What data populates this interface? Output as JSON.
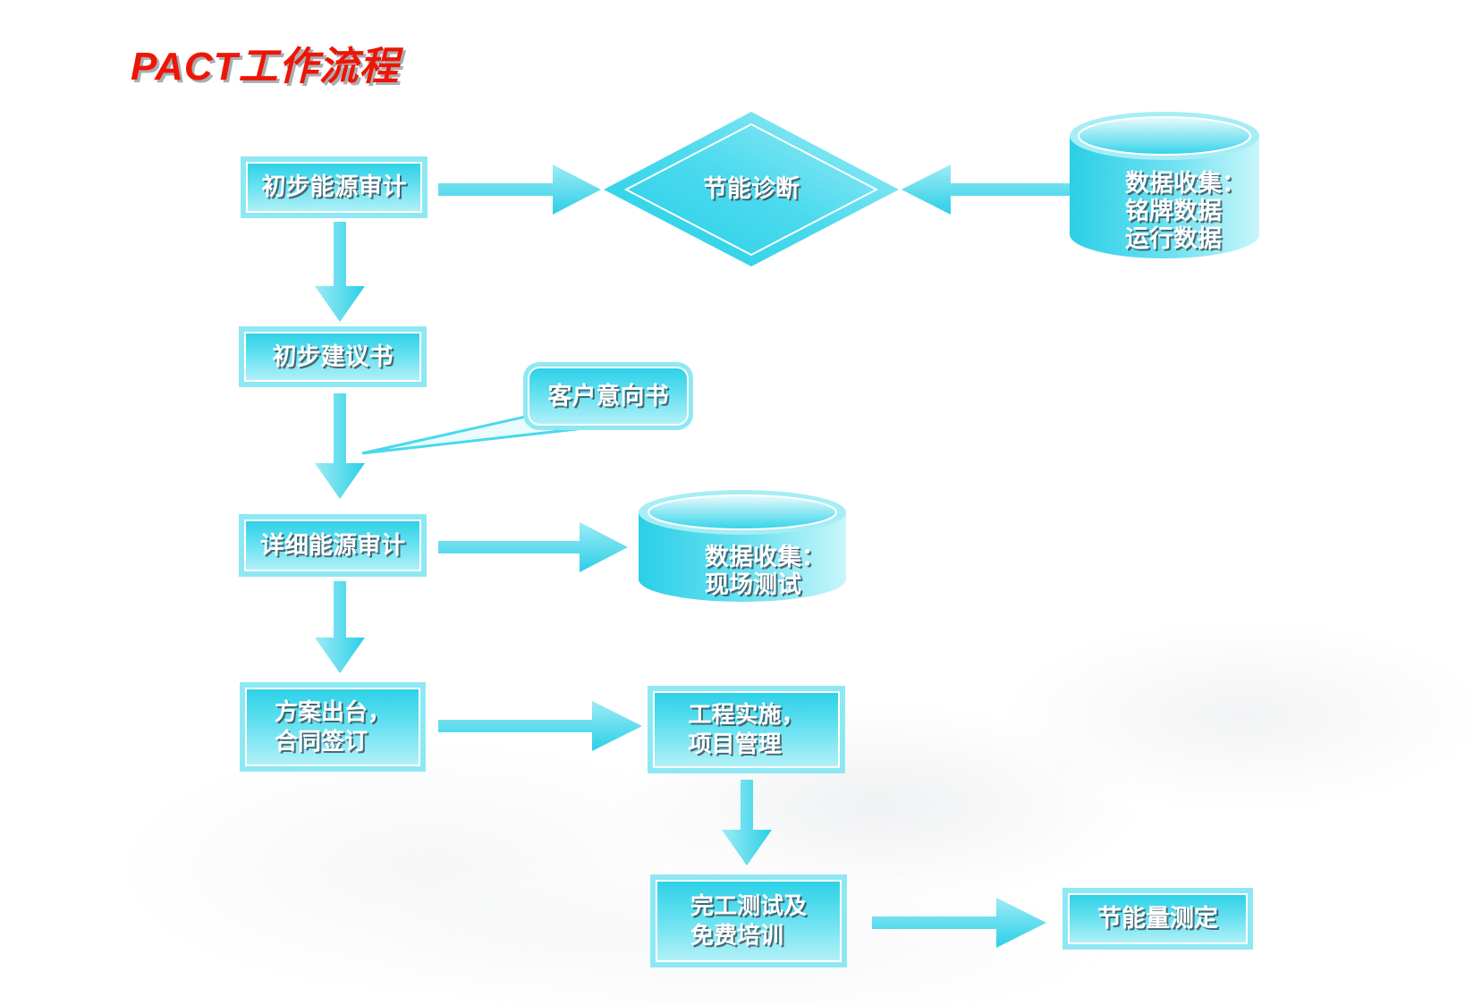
{
  "title": "PACT工作流程",
  "colors": {
    "accent_cyan": "#2fd2e8",
    "accent_cyan_light": "#b5f1f8",
    "title_red": "#ee1506",
    "node_text": "#ffffff"
  },
  "nodes": {
    "prelim_audit": {
      "label": "初步能源审计"
    },
    "diagnosis": {
      "label": "节能诊断"
    },
    "data_collect_1": {
      "line1": "数据收集：",
      "line2": "铭牌数据",
      "line3": "运行数据"
    },
    "prelim_proposal": {
      "label": "初步建议书"
    },
    "client_loi": {
      "label": "客户意向书"
    },
    "detailed_audit": {
      "label": "详细能源审计"
    },
    "data_collect_2": {
      "line1": "数据收集：",
      "line2": "现场测试"
    },
    "plan_contract": {
      "line1": "方案出台，",
      "line2": "合同签订"
    },
    "implementation": {
      "line1": "工程实施，",
      "line2": "项目管理"
    },
    "completion": {
      "line1": "完工测试及",
      "line2": "免费培训"
    },
    "savings_measure": {
      "label": "节能量测定"
    }
  }
}
